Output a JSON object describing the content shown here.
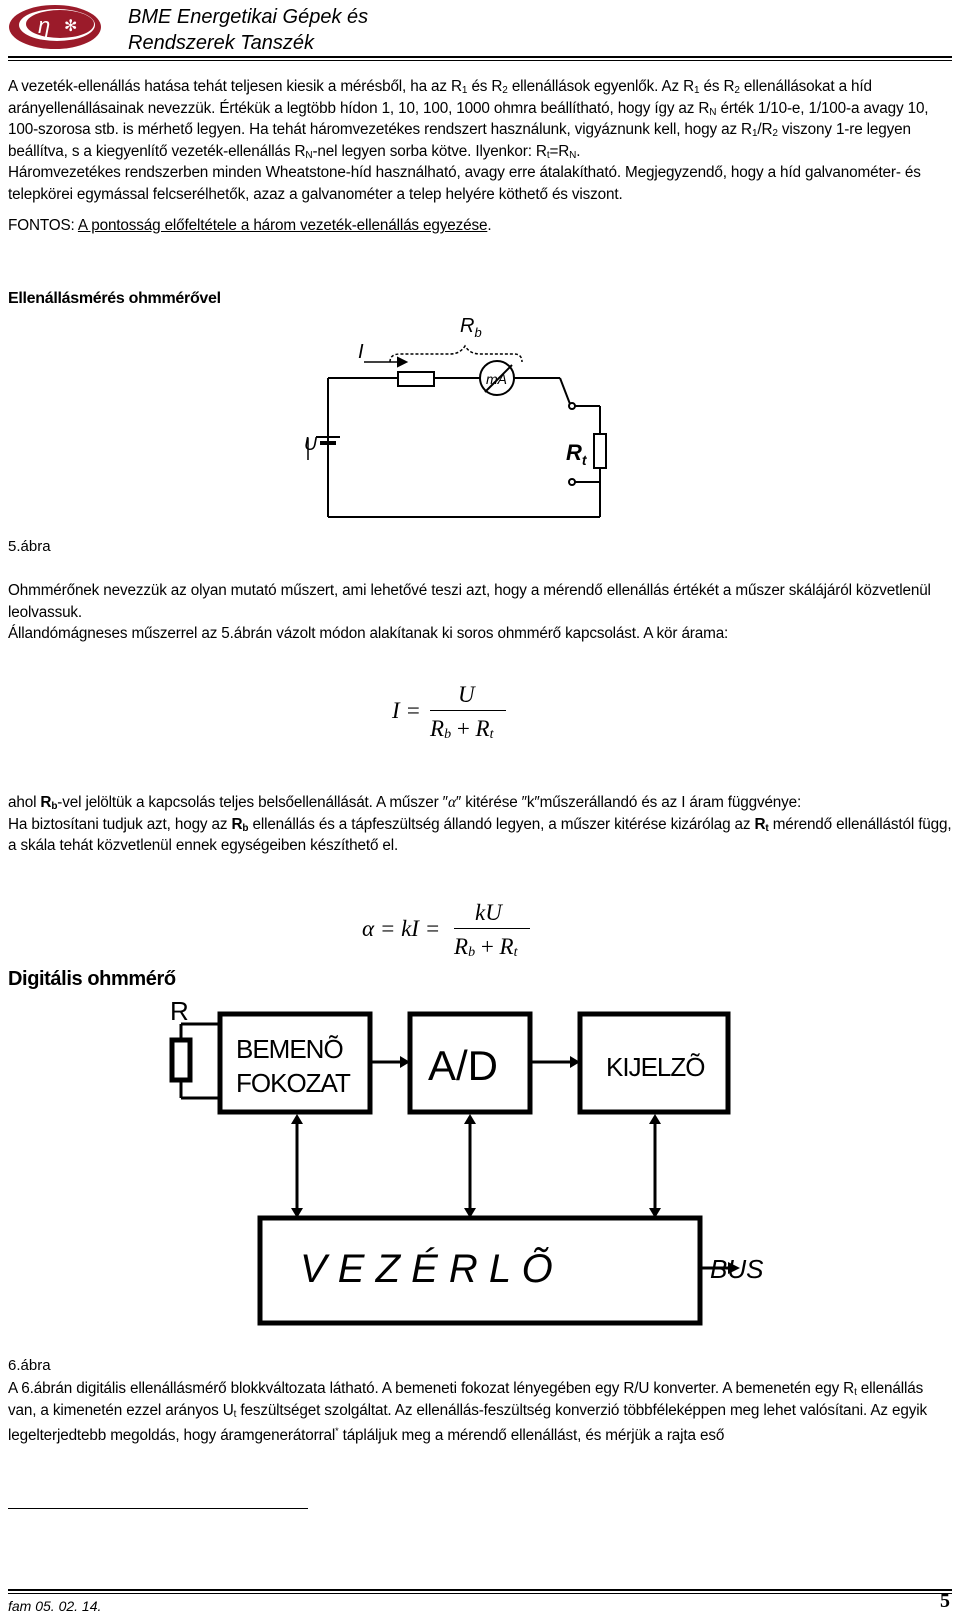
{
  "header": {
    "title_line1": "BME Energetikai Gépek és",
    "title_line2": "Rendszerek Tanszék",
    "logo_glyph": "η"
  },
  "para1": {
    "a": "A vezeték-ellenállás hatása tehát teljesen kiesik a mérésből, ha az R",
    "a_sub": "1",
    "b": " és R",
    "b_sub": "2",
    "c": " ellenállások egyenlők. Az R",
    "c_sub": "1",
    "d": " és R",
    "d_sub": "2",
    "e": " ellenállásokat a híd arányellenállásainak nevezzük. Értékük a legtöbb hídon 1, 10, 100, 1000 ohmra beállítható, hogy így az R",
    "e_sub": "N",
    "f": " érték 1/10-e, 1/100-a avagy 10, 100-szorosa stb. is mérhető legyen. Ha tehát háromvezetékes rendszert használunk, vigyáznunk kell, hogy az R",
    "f_sub": "1",
    "g": "/R",
    "g_sub": "2",
    "h": " viszony 1-re legyen beállítva, s a kiegyenlítő vezeték-ellenállás R",
    "h_sub": "N",
    "i": "-nel legyen sorba kötve. Ilyenkor: R",
    "i_sub": "t",
    "j": "=R",
    "j_sub": "N",
    "k": "."
  },
  "para2": "Háromvezetékes rendszerben minden Wheatstone-híd használható, avagy erre átalakítható. Megjegyzendő, hogy a híd galvanométer- és telepkörei egymással felcserélhetők, azaz a galvanométer a telep helyére köthető és viszont.",
  "fontos": {
    "label": "FONTOS: ",
    "text": "A pontosság előfeltétele a három vezeték-ellenállás egyezése",
    "end": "."
  },
  "section1_title": "Ellenállásmérés ohmmérővel",
  "figure5": {
    "caption": "5.ábra",
    "label_I": "I",
    "label_U": "U",
    "label_Rb": "R",
    "label_Rb_sub": "b",
    "label_Rt": "R",
    "label_Rt_sub": "t",
    "meter_label": "mA"
  },
  "para3": "Ohmmérőnek nevezzük az olyan mutató műszert, ami lehetővé teszi azt, hogy a mérendő ellenállás értékét a műszer skálájáról közvetlenül leolvassuk.",
  "para4": "Állandómágneses műszerrel az 5.ábrán vázolt módon alakítanak ki soros ohmmérő kapcsolást. A kör árama:",
  "formula1": {
    "lhs": "I =",
    "num": "U",
    "den_a": "R",
    "den_a_sub": "b",
    "den_plus": "+",
    "den_b": "R",
    "den_b_sub": "t"
  },
  "para5": {
    "a": "ahol ",
    "b_bold": "R",
    "b_sub": "b",
    "c": "-vel jelöltük a kapcsolás teljes belsőellenállását. A műszer ″",
    "alpha": "α",
    "d": "″ kitérése ″k″műszerállandó és az I áram függvénye:"
  },
  "para6": {
    "a": "Ha biztosítani tudjuk azt, hogy az ",
    "b_bold": "R",
    "b_sub": "b",
    "c": " ellenállás és a tápfeszültség állandó legyen, a műszer kitérése kizárólag az ",
    "d_bold": "R",
    "d_sub": "t",
    "e": " mérendő ellenállástól függ, a skála tehát közvetlenül ennek egységeiben készíthető el."
  },
  "formula2": {
    "lhs": "α = kI =",
    "num": "kU",
    "den_a": "R",
    "den_a_sub": "b",
    "den_plus": "+",
    "den_b": "R",
    "den_b_sub": "t"
  },
  "section2_title": "Digitális ohmmérő",
  "figure6": {
    "caption": "6.ábra",
    "label_R": "R",
    "block1_line1": "BEMENÕ",
    "block1_line2": "FOKOZAT",
    "block2": "A/D",
    "block3": "KIJELZÕ",
    "block4": "V E Z É R L Õ",
    "bus": "BUS"
  },
  "para7": {
    "a": "A 6.ábrán digitális ellenállásmérő blokkváltozata látható. A bemeneti fokozat lényegében egy R/U konverter. A bemenetén egy R",
    "a_sub": "t",
    "b": " ellenállás van, a kimenetén ezzel arányos U",
    "b_sub": "t",
    "c": " feszültséget szolgáltat. Az ellenállás-feszültség konverzió többféleképpen meg lehet valósítani. Az egyik legelterjedtebb megoldás, hogy áramgenerátorral",
    "sup": "*",
    "d": " tápláljuk meg a mérendő ellenállást, és mérjük a rajta eső"
  },
  "footer": {
    "date": "fam 05. 02. 14.",
    "page": "5"
  },
  "colors": {
    "logo_red": "#9b1b2a"
  }
}
